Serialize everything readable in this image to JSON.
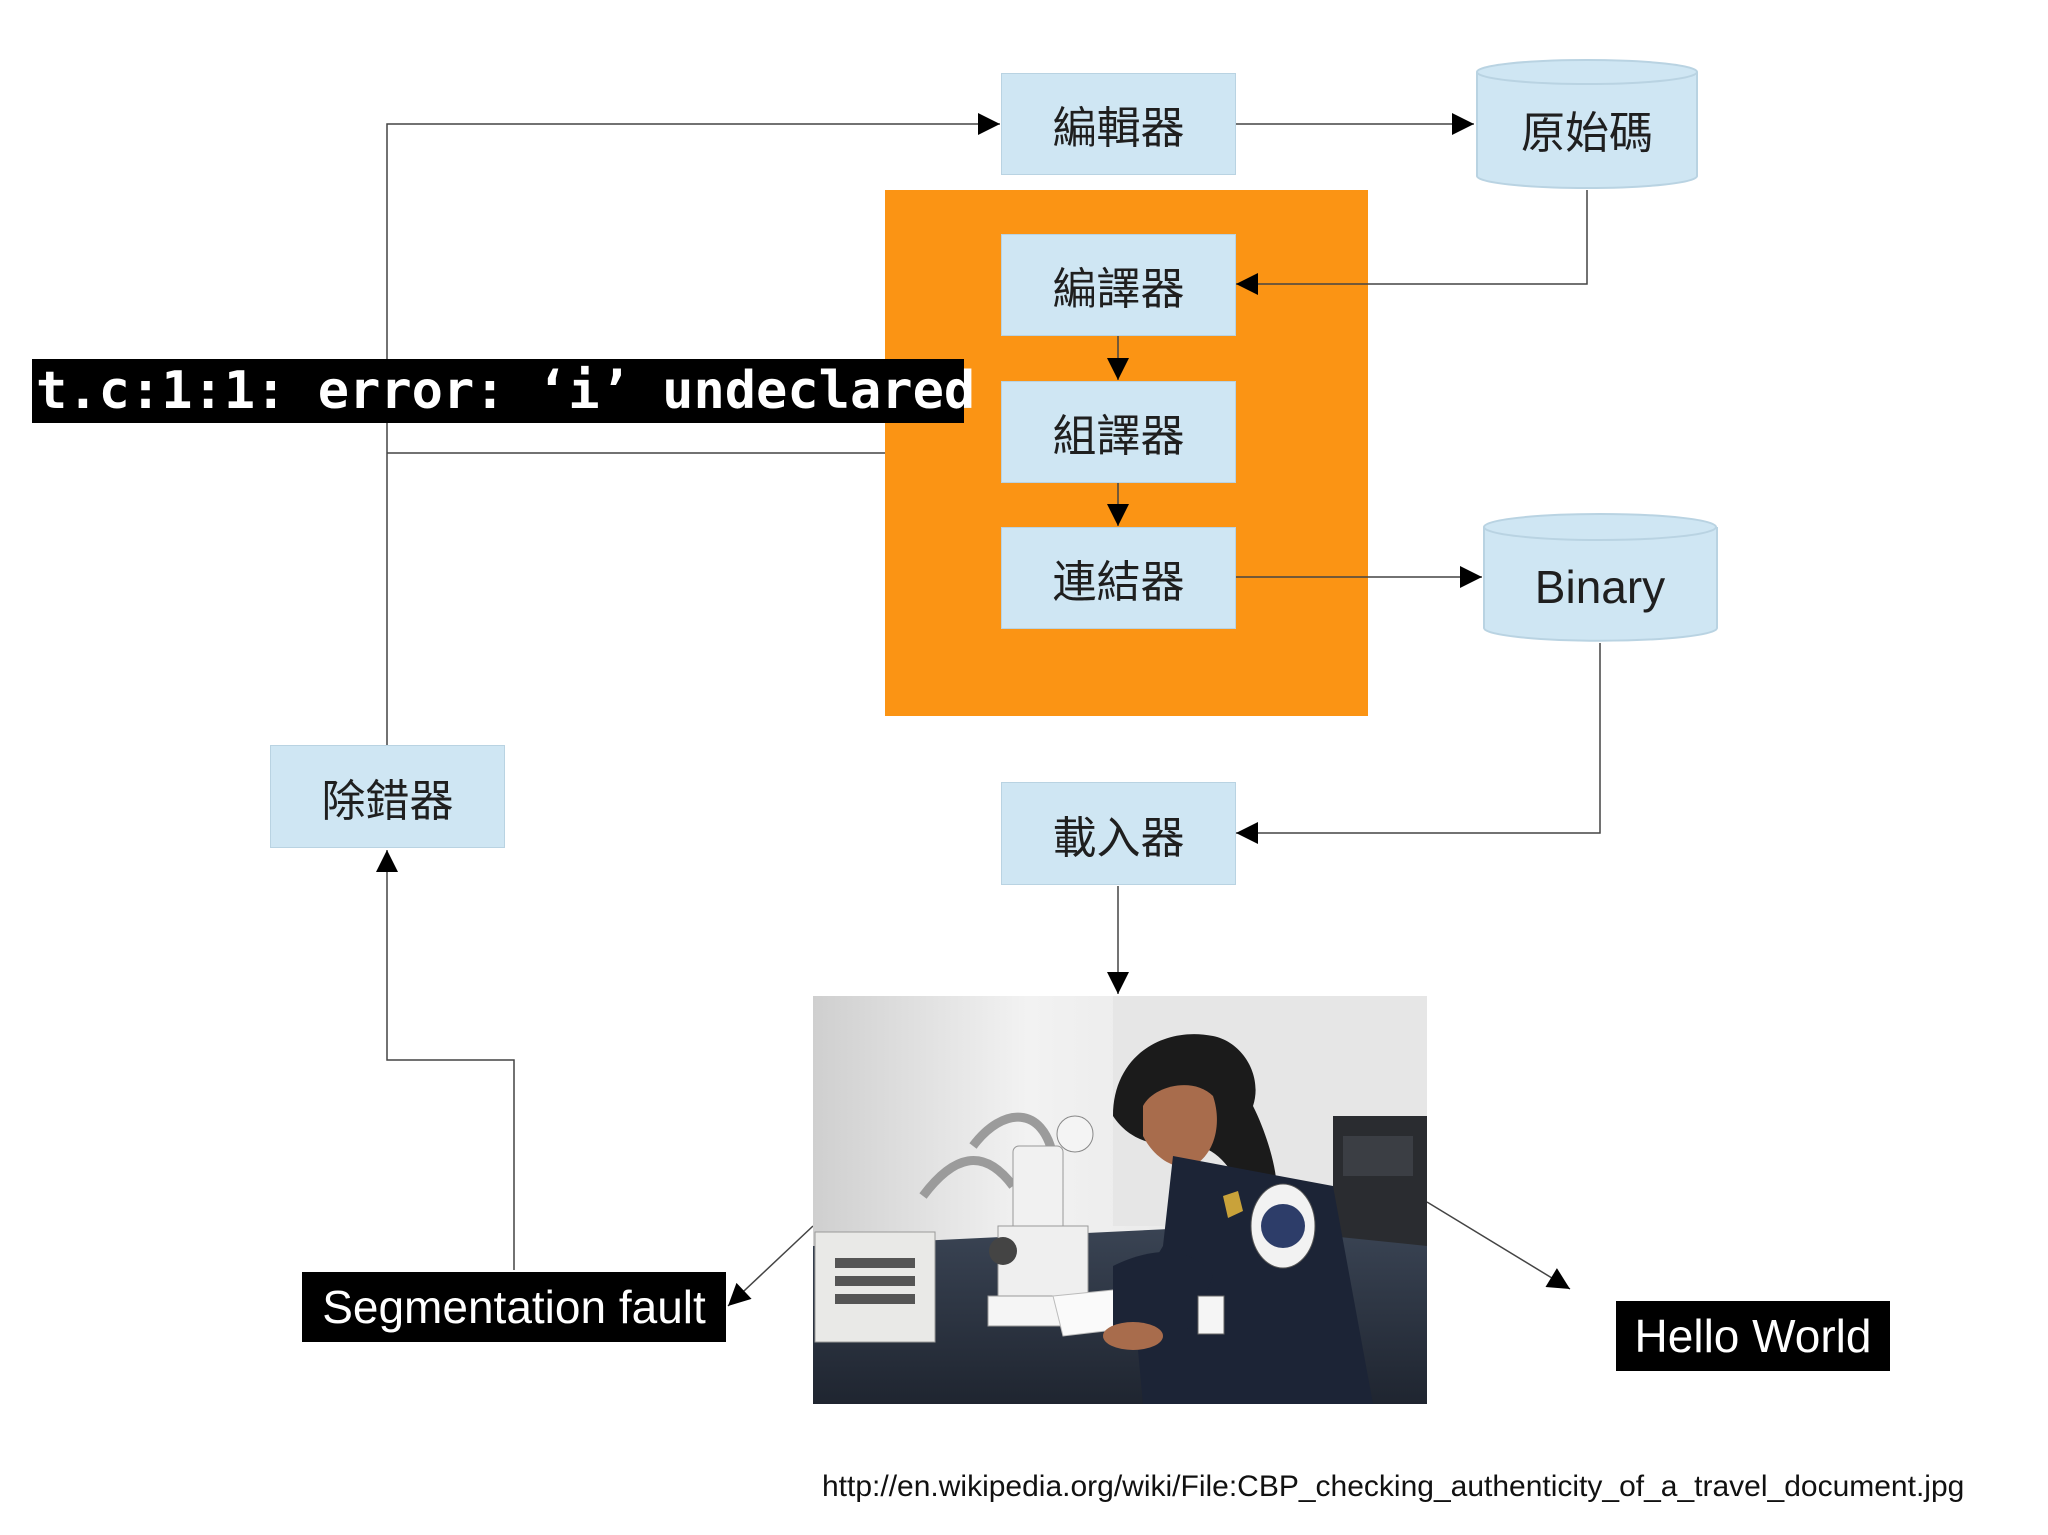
{
  "nodes": {
    "editor": "編輯器",
    "source_code": "原始碼",
    "compiler": "編譯器",
    "assembler": "組譯器",
    "linker": "連結器",
    "binary": "Binary",
    "debugger": "除錯器",
    "loader": "載入器"
  },
  "outputs": {
    "compile_error": "t.c:1:1: error: ‘i’ undeclared",
    "segfault": "Segmentation fault",
    "hello": "Hello World"
  },
  "source_url": "http://en.wikipedia.org/wiki/File:CBP_checking_authenticity_of_a_travel_document.jpg",
  "colors": {
    "node_fill": "#cfe6f3",
    "node_border": "#b9d3e2",
    "toolchain_fill": "#fb9414",
    "label_bg": "#000000",
    "line": "#444444"
  }
}
